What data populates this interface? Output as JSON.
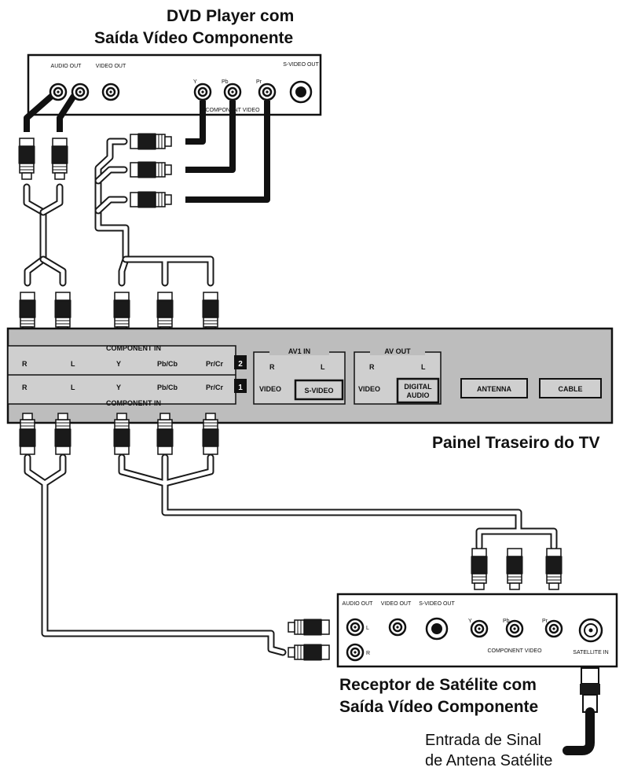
{
  "dvd": {
    "title_line1": "DVD Player com",
    "title_line2": "Saída Vídeo Componente",
    "audio_out": "AUDIO OUT",
    "video_out": "VIDEO OUT",
    "svideo_out": "S-VIDEO OUT",
    "jack_y": "Y",
    "jack_pb": "Pb",
    "jack_pr": "Pr",
    "component_video": "COMPONENT VIDEO"
  },
  "tv": {
    "caption": "Painel Traseiro do TV",
    "component_in": "COMPONENT IN",
    "jack_r": "R",
    "jack_l": "L",
    "jack_y": "Y",
    "jack_pbcb": "Pb/Cb",
    "jack_prcr": "Pr/Cr",
    "input_2": "2",
    "input_1": "1",
    "av1_in": "AV1 IN",
    "av_out": "AV OUT",
    "video": "VIDEO",
    "svideo": "S-VIDEO",
    "digital_audio_1": "DIGITAL",
    "digital_audio_2": "AUDIO",
    "antenna": "ANTENNA",
    "cable": "CABLE"
  },
  "satellite": {
    "title_line1": "Receptor de Satélite com",
    "title_line2": "Saída Vídeo Componente",
    "audio_out": "AUDIO OUT",
    "video_out": "VIDEO OUT",
    "svideo_out": "S-VIDEO OUT",
    "jack_l": "L",
    "jack_r": "R",
    "jack_y": "Y",
    "jack_pb": "Pb",
    "jack_pr": "Pr",
    "component_video": "COMPONENT VIDEO",
    "satellite_in": "SATELLITE IN"
  },
  "antenna_signal": {
    "line1": "Entrada de Sinal",
    "line2": "de Antena Satélite"
  }
}
